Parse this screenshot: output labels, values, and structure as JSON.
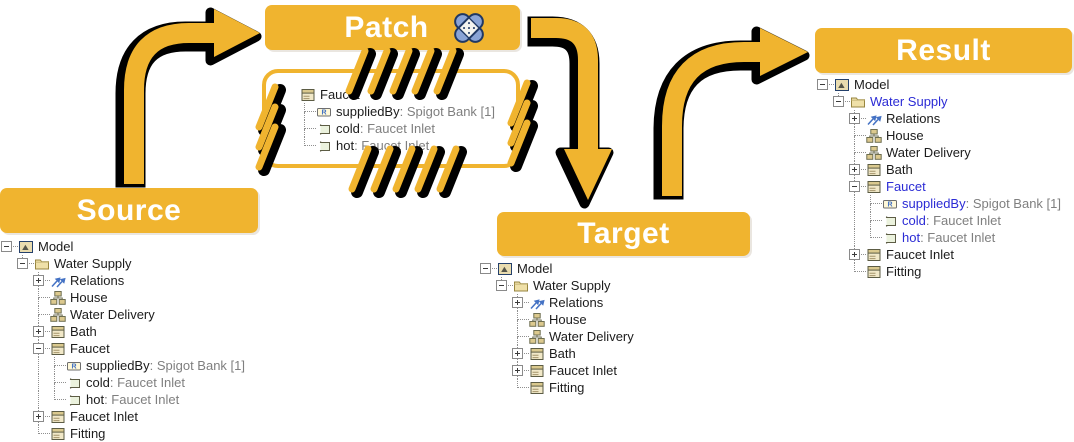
{
  "colors": {
    "gold": "#F0B42F",
    "modified": "#2B2BD5",
    "suffix_gray": "#7F7F7F",
    "text": "#1C1C1C",
    "bandaid_blue": "#8AA4D6",
    "bandaid_outline": "#1F3864"
  },
  "banners": {
    "source": {
      "label": "Source"
    },
    "patch": {
      "label": "Patch",
      "icon": "bandaid-icon"
    },
    "target": {
      "label": "Target"
    },
    "result": {
      "label": "Result"
    }
  },
  "trees": {
    "patch": [
      {
        "label": "Faucet",
        "icon": "class",
        "depth": 0
      },
      {
        "label": "suppliedBy",
        "suffix": " : Spigot Bank [1]",
        "icon": "reference",
        "depth": 1
      },
      {
        "label": "cold",
        "suffix": " : Faucet Inlet",
        "icon": "port",
        "depth": 1
      },
      {
        "label": "hot",
        "suffix": " : Faucet Inlet",
        "icon": "port",
        "depth": 1
      }
    ],
    "source": [
      {
        "label": "Model",
        "icon": "model",
        "depth": 0,
        "expand": "minus"
      },
      {
        "label": "Water Supply",
        "icon": "folder",
        "depth": 1,
        "expand": "minus"
      },
      {
        "label": "Relations",
        "icon": "relations",
        "depth": 2,
        "expand": "plus"
      },
      {
        "label": "House",
        "icon": "component",
        "depth": 2
      },
      {
        "label": "Water Delivery",
        "icon": "component",
        "depth": 2
      },
      {
        "label": "Bath",
        "icon": "class",
        "depth": 2,
        "expand": "plus"
      },
      {
        "label": "Faucet",
        "icon": "class",
        "depth": 2,
        "expand": "minus"
      },
      {
        "label": "suppliedBy",
        "suffix": " : Spigot Bank [1]",
        "icon": "reference",
        "depth": 3
      },
      {
        "label": "cold",
        "suffix": " : Faucet Inlet",
        "icon": "port",
        "depth": 3
      },
      {
        "label": "hot",
        "suffix": " : Faucet Inlet",
        "icon": "port",
        "depth": 3
      },
      {
        "label": "Faucet Inlet",
        "icon": "class",
        "depth": 2,
        "expand": "plus"
      },
      {
        "label": "Fitting",
        "icon": "class",
        "depth": 2
      }
    ],
    "target": [
      {
        "label": "Model",
        "icon": "model",
        "depth": 0,
        "expand": "minus"
      },
      {
        "label": "Water Supply",
        "icon": "folder",
        "depth": 1,
        "expand": "minus"
      },
      {
        "label": "Relations",
        "icon": "relations",
        "depth": 2,
        "expand": "plus"
      },
      {
        "label": "House",
        "icon": "component",
        "depth": 2
      },
      {
        "label": "Water Delivery",
        "icon": "component",
        "depth": 2
      },
      {
        "label": "Bath",
        "icon": "class",
        "depth": 2,
        "expand": "plus"
      },
      {
        "label": "Faucet Inlet",
        "icon": "class",
        "depth": 2,
        "expand": "plus"
      },
      {
        "label": "Fitting",
        "icon": "class",
        "depth": 2
      }
    ],
    "result": [
      {
        "label": "Model",
        "icon": "model",
        "depth": 0,
        "expand": "minus"
      },
      {
        "label": "Water Supply",
        "icon": "folder",
        "depth": 1,
        "expand": "minus",
        "modified": true
      },
      {
        "label": "Relations",
        "icon": "relations",
        "depth": 2,
        "expand": "plus"
      },
      {
        "label": "House",
        "icon": "component",
        "depth": 2
      },
      {
        "label": "Water Delivery",
        "icon": "component",
        "depth": 2
      },
      {
        "label": "Bath",
        "icon": "class",
        "depth": 2,
        "expand": "plus"
      },
      {
        "label": "Faucet",
        "icon": "class",
        "depth": 2,
        "expand": "minus",
        "modified": true
      },
      {
        "label": "suppliedBy",
        "suffix": " : Spigot Bank [1]",
        "icon": "reference",
        "depth": 3,
        "modified": true
      },
      {
        "label": "cold",
        "suffix": " : Faucet Inlet",
        "icon": "port",
        "depth": 3,
        "modified": true
      },
      {
        "label": "hot",
        "suffix": " : Faucet Inlet",
        "icon": "port",
        "depth": 3,
        "modified": true
      },
      {
        "label": "Faucet Inlet",
        "icon": "class",
        "depth": 2,
        "expand": "plus"
      },
      {
        "label": "Fitting",
        "icon": "class",
        "depth": 2
      }
    ]
  }
}
